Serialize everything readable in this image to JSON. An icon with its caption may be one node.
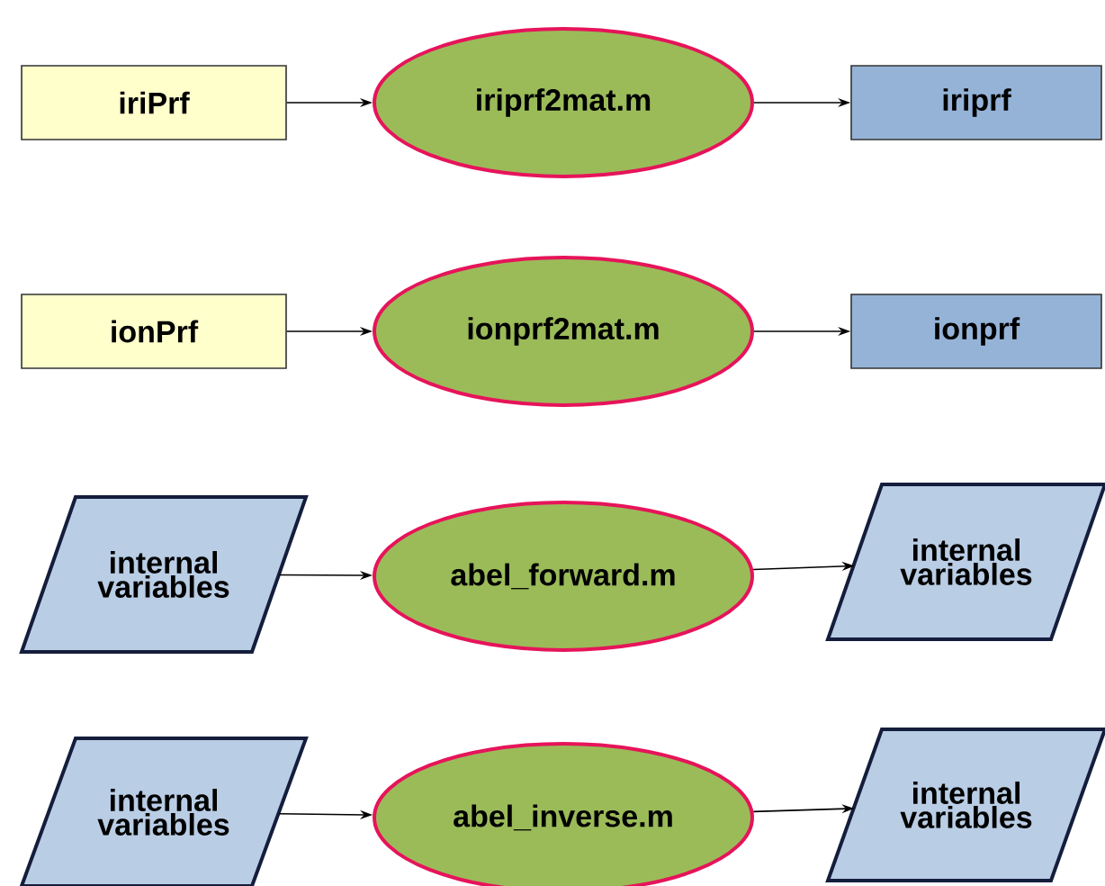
{
  "diagram": {
    "nodes": [
      {
        "text": [
          "iriPrf"
        ]
      },
      {
        "text": [
          "iriprf2mat.m"
        ]
      },
      {
        "text": [
          "iriprf"
        ]
      },
      {
        "text": [
          "ionPrf"
        ]
      },
      {
        "text": [
          "ionprf2mat.m"
        ]
      },
      {
        "text": [
          "ionprf"
        ]
      },
      {
        "text": [
          "internal variables"
        ]
      },
      {
        "text": [
          "abel_forward.m"
        ]
      },
      {
        "text": [
          "internal variables"
        ]
      },
      {
        "text": [
          "internal variables"
        ]
      },
      {
        "text": [
          "abel_inverse.m"
        ]
      },
      {
        "text": [
          "internal variables"
        ]
      }
    ],
    "edges": [
      {
        "from": 0,
        "to": 1,
        "arrow": "to"
      },
      {
        "from": 1,
        "to": 2,
        "arrow": "to"
      },
      {
        "from": 3,
        "to": 4,
        "arrow": "to"
      },
      {
        "from": 4,
        "to": 5,
        "arrow": "to"
      },
      {
        "from": 6,
        "to": 7,
        "arrow": "to"
      },
      {
        "from": 7,
        "to": 8,
        "arrow": "to"
      },
      {
        "from": 9,
        "to": 10,
        "arrow": "to"
      },
      {
        "from": 10,
        "to": 11,
        "arrow": "to"
      }
    ]
  }
}
